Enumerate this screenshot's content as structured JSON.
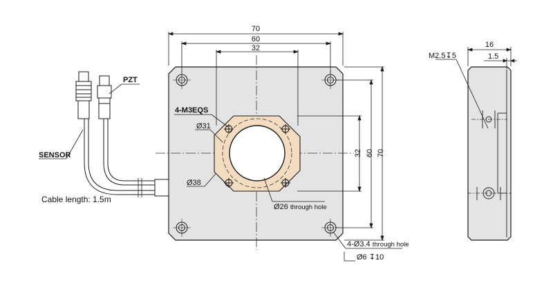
{
  "front_view": {
    "dims": {
      "width_70": "70",
      "hole_spacing_60": "60",
      "thread_spacing_32": "32",
      "height_32": "32",
      "height_60": "60",
      "height_70": "70"
    },
    "labels": {
      "thread_holes": "4-M3EQS",
      "bolt_circle": "Ø31",
      "ring_outer": "Ø38",
      "aperture": "Ø26",
      "aperture_note": "through hole",
      "mount_holes": "4-Ø3.4",
      "mount_holes_note": "through hole",
      "counterbore": "Ø6",
      "counterbore_depth": "10"
    }
  },
  "cable": {
    "sensor_label": "SENSOR",
    "pzt_label": "PZT",
    "length_label": "Cable length: 1.5m"
  },
  "side_view": {
    "thickness": "16",
    "offset": "1.5",
    "thread_label": "M2.5",
    "thread_depth": "5"
  },
  "colors": {
    "plate": "#e4e4e4",
    "ring": "#f3dcc0",
    "line": "#1a1a1a"
  }
}
